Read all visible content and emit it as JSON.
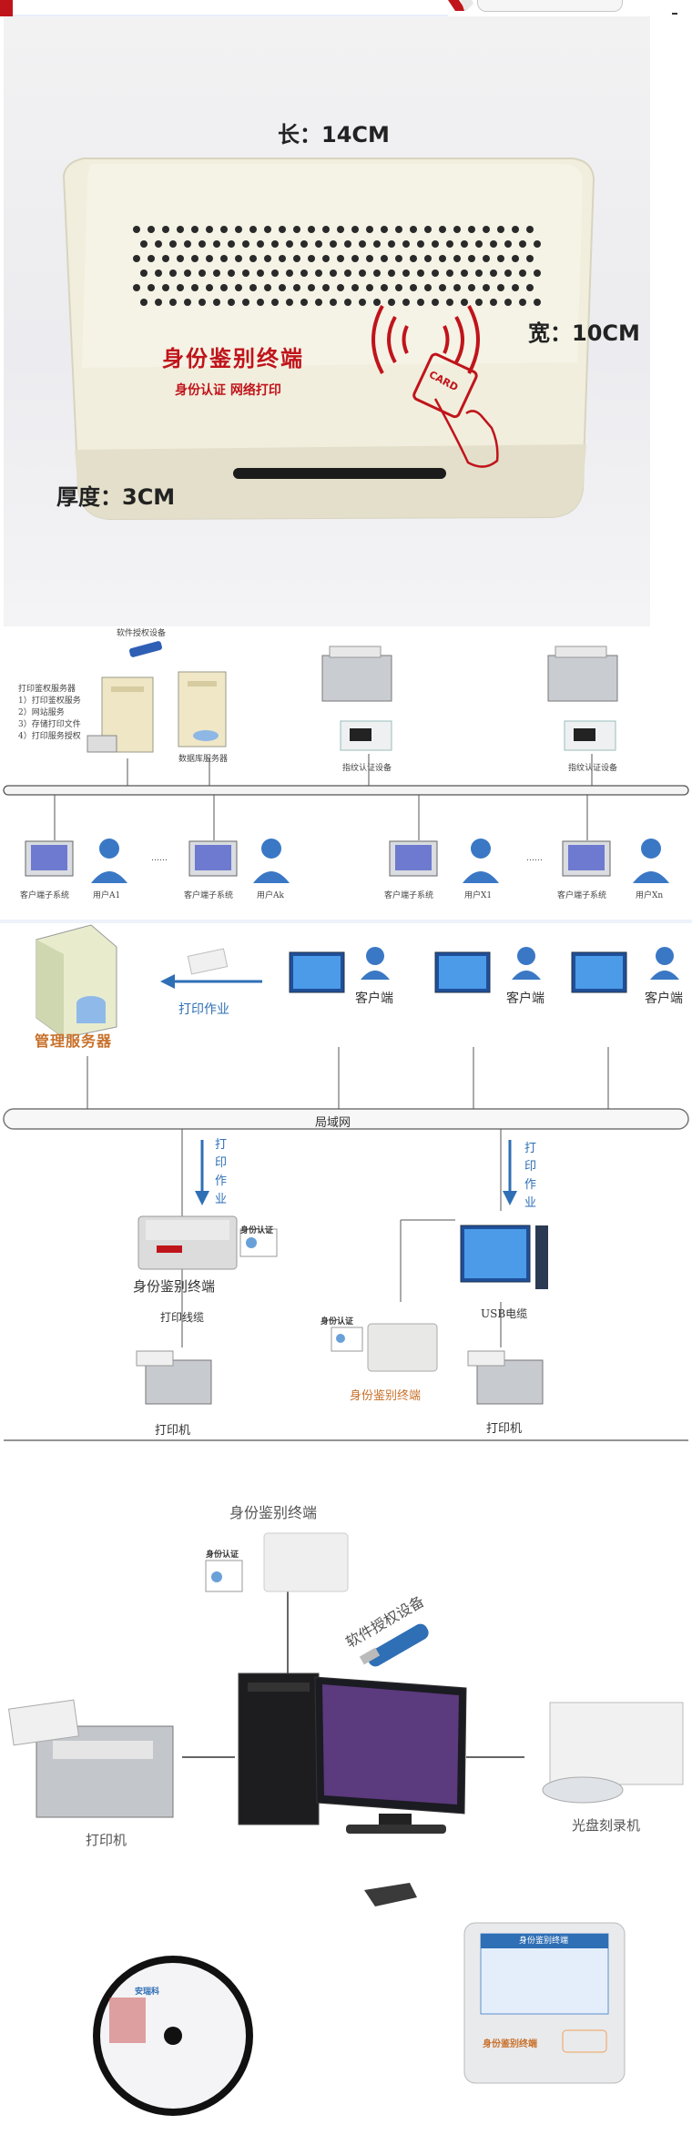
{
  "section1": {
    "length_label": "长：14CM",
    "width_label": "宽：10CM",
    "thickness_label": "厚度：3CM",
    "device_title": "身份鉴别终端",
    "device_subtitle": "身份认证  网络打印",
    "card_text": "CARD"
  },
  "section2": {
    "license_device": "软件授权设备",
    "server_services_title": "打印鉴权服务器",
    "server_services": [
      "1）打印鉴权服务",
      "2）网站服务",
      "3）存储打印文件",
      "4）打印服务授权"
    ],
    "db_server": "数据库服务器",
    "fingerprint_1": "指纹认证设备",
    "fingerprint_2": "指纹认证设备",
    "client_labels": [
      "客户端子系统",
      "客户端子系统",
      "客户端子系统",
      "客户端子系统"
    ],
    "user_labels": [
      "用户A1",
      "用户Ak",
      "用户X1",
      "用户Xn"
    ],
    "ellipsis": "……"
  },
  "section3": {
    "mgmt_server": "管理服务器",
    "print_job": "打印作业",
    "client": "客户端",
    "lan": "局域网",
    "print_job_vertical_left": "打印作业",
    "print_job_vertical_right": "打印作业",
    "auth_terminal_left": "身份鉴别终端",
    "print_cable": "打印线缆",
    "printer_left": "打印机",
    "id_auth_left": "身份认证",
    "id_auth_right": "身份认证",
    "auth_terminal_right": "身份鉴别终端",
    "usb_cable": "USB电缆",
    "printer_right": "打印机"
  },
  "section4": {
    "auth_terminal": "身份鉴别终端",
    "id_auth": "身份认证",
    "license_device": "软件授权设备",
    "printer": "打印机",
    "disc_burner": "光盘刻录机",
    "terminal_screen_title": "身份鉴别终端",
    "terminal_brand": "身份鉴别终端",
    "disc_brand": "安瑞科"
  },
  "colors": {
    "red": "#c0141b",
    "blue": "#2f6fb5",
    "orange": "#c8702a",
    "cream": "#efeddf"
  }
}
